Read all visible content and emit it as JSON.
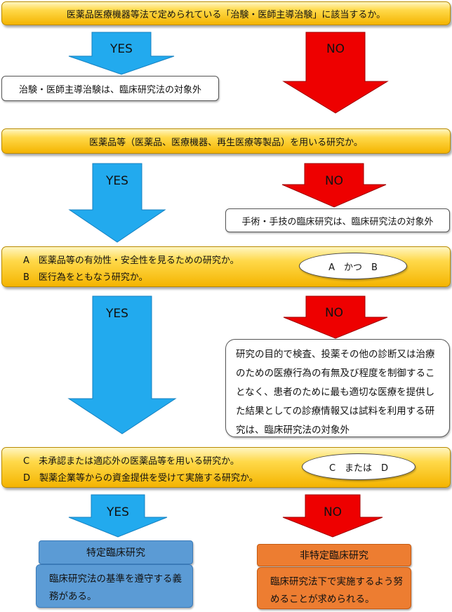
{
  "q1": {
    "text": "医薬品医療機器等法で定められている「治験・医師主導治験」に該当するか。"
  },
  "a1": {
    "yes": "YES",
    "no": "NO",
    "yes_result": "治験・医師主導治験は、臨床研究法の対象外"
  },
  "q2": {
    "text": "医薬品等（医薬品、医療機器、再生医療等製品）を用いる研究か。"
  },
  "a2": {
    "yes": "YES",
    "no": "NO",
    "no_result": "手術・手技の臨床研究は、臨床研究法の対象外"
  },
  "q3": {
    "line_a": "A　医薬品等の有効性・安全性を見るための研究か。",
    "line_b": "B　医行為をともなう研究か。",
    "condition": "A　かつ　B"
  },
  "a3": {
    "yes": "YES",
    "no": "NO",
    "no_result": "研究の目的で検査、投薬その他の診断又は治療のための医療行為の有無及び程度を制御することなく、患者のために最も適切な医療を提供した結果としての診療情報又は試料を利用する研究は、臨床研究法の対象外"
  },
  "q4": {
    "line_c": "C　未承認または適応外の医薬品等を用いる研究か。",
    "line_d": "D　製薬企業等からの資金提供を受けて実施する研究か。",
    "condition": "C　または　D"
  },
  "a4": {
    "yes": "YES",
    "no": "NO"
  },
  "specific": {
    "title": "特定臨床研究",
    "body": "臨床研究法の基準を遵守する義務がある。"
  },
  "non_specific": {
    "title": "非特定臨床研究",
    "body": "臨床研究法下で実施するよう努めることが求められる。"
  },
  "colors": {
    "yellow": "#f4b400",
    "blue_arrow": "#22aaee",
    "red_arrow": "#ee0000",
    "specific": "#5b9bd5",
    "non_specific": "#ed7d31"
  }
}
